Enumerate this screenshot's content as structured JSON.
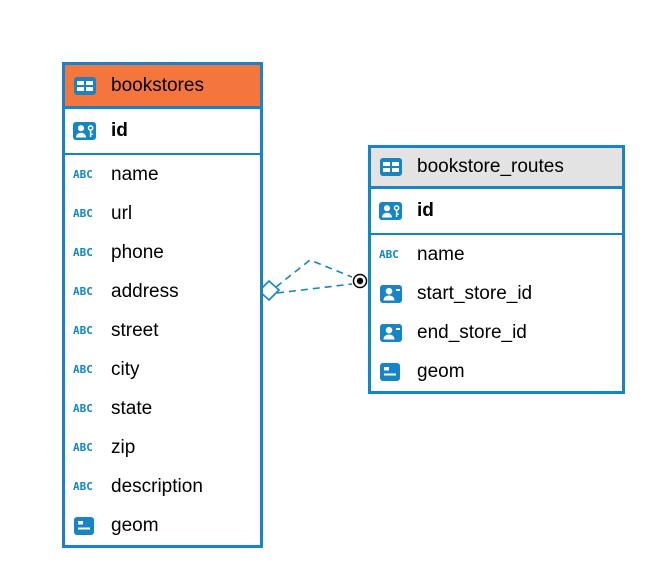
{
  "colors": {
    "canvas_bg": "#ffffff",
    "table_border": "#1585c8",
    "selected_header_bg": "#f5763c",
    "header_bg": "#e3e3e3",
    "icon_blue": "#1585c8",
    "text": "#000000",
    "relationship_line": "#1585c8"
  },
  "icons": {
    "text_glyph": "ABC"
  },
  "tables": [
    {
      "name": "bookstores",
      "selected": true,
      "key_column": {
        "name": "id",
        "icon": "primary-key"
      },
      "columns": [
        {
          "name": "name",
          "icon": "text"
        },
        {
          "name": "url",
          "icon": "text"
        },
        {
          "name": "phone",
          "icon": "text"
        },
        {
          "name": "address",
          "icon": "text"
        },
        {
          "name": "street",
          "icon": "text"
        },
        {
          "name": "city",
          "icon": "text"
        },
        {
          "name": "state",
          "icon": "text"
        },
        {
          "name": "zip",
          "icon": "text"
        },
        {
          "name": "description",
          "icon": "text"
        },
        {
          "name": "geom",
          "icon": "geometry"
        }
      ]
    },
    {
      "name": "bookstore_routes",
      "selected": false,
      "key_column": {
        "name": "id",
        "icon": "primary-key"
      },
      "columns": [
        {
          "name": "name",
          "icon": "text"
        },
        {
          "name": "start_store_id",
          "icon": "person-reference"
        },
        {
          "name": "end_store_id",
          "icon": "person-reference"
        },
        {
          "name": "geom",
          "icon": "geometry"
        }
      ]
    }
  ],
  "relationships": [
    {
      "from_table": "bookstore_routes",
      "to_table": "bookstores",
      "style": "dashed"
    }
  ]
}
